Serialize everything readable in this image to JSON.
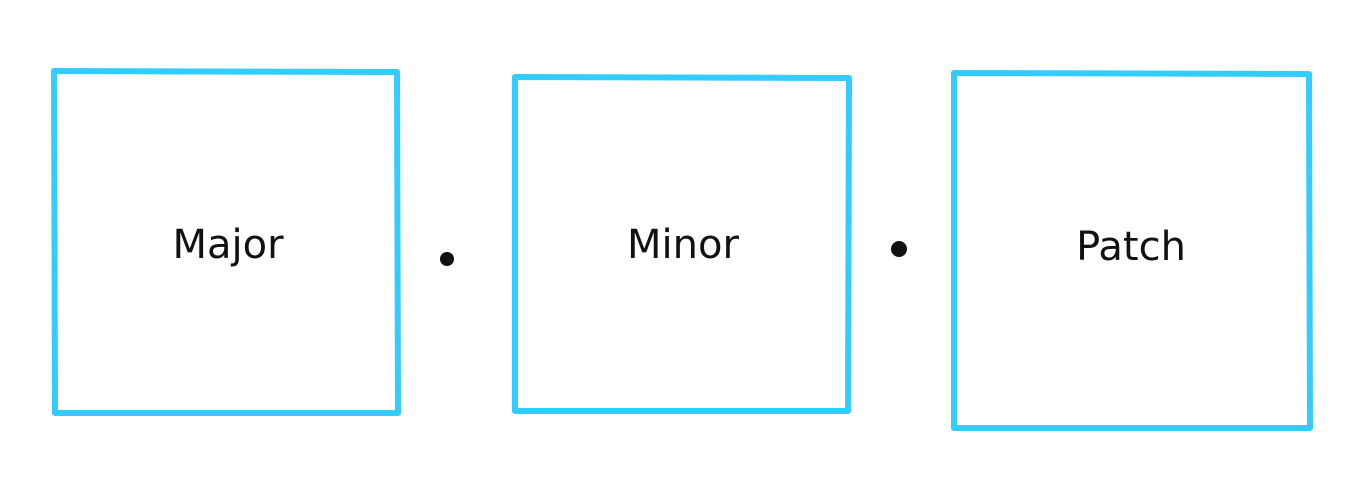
{
  "diagram": {
    "boxes": [
      {
        "id": "major",
        "label": "Major"
      },
      {
        "id": "minor",
        "label": "Minor"
      },
      {
        "id": "patch",
        "label": "Patch"
      }
    ],
    "separators": [
      ".",
      "."
    ],
    "colors": {
      "box_stroke": "#33ccff",
      "text": "#111111",
      "dot": "#111111",
      "background": "#ffffff"
    }
  }
}
